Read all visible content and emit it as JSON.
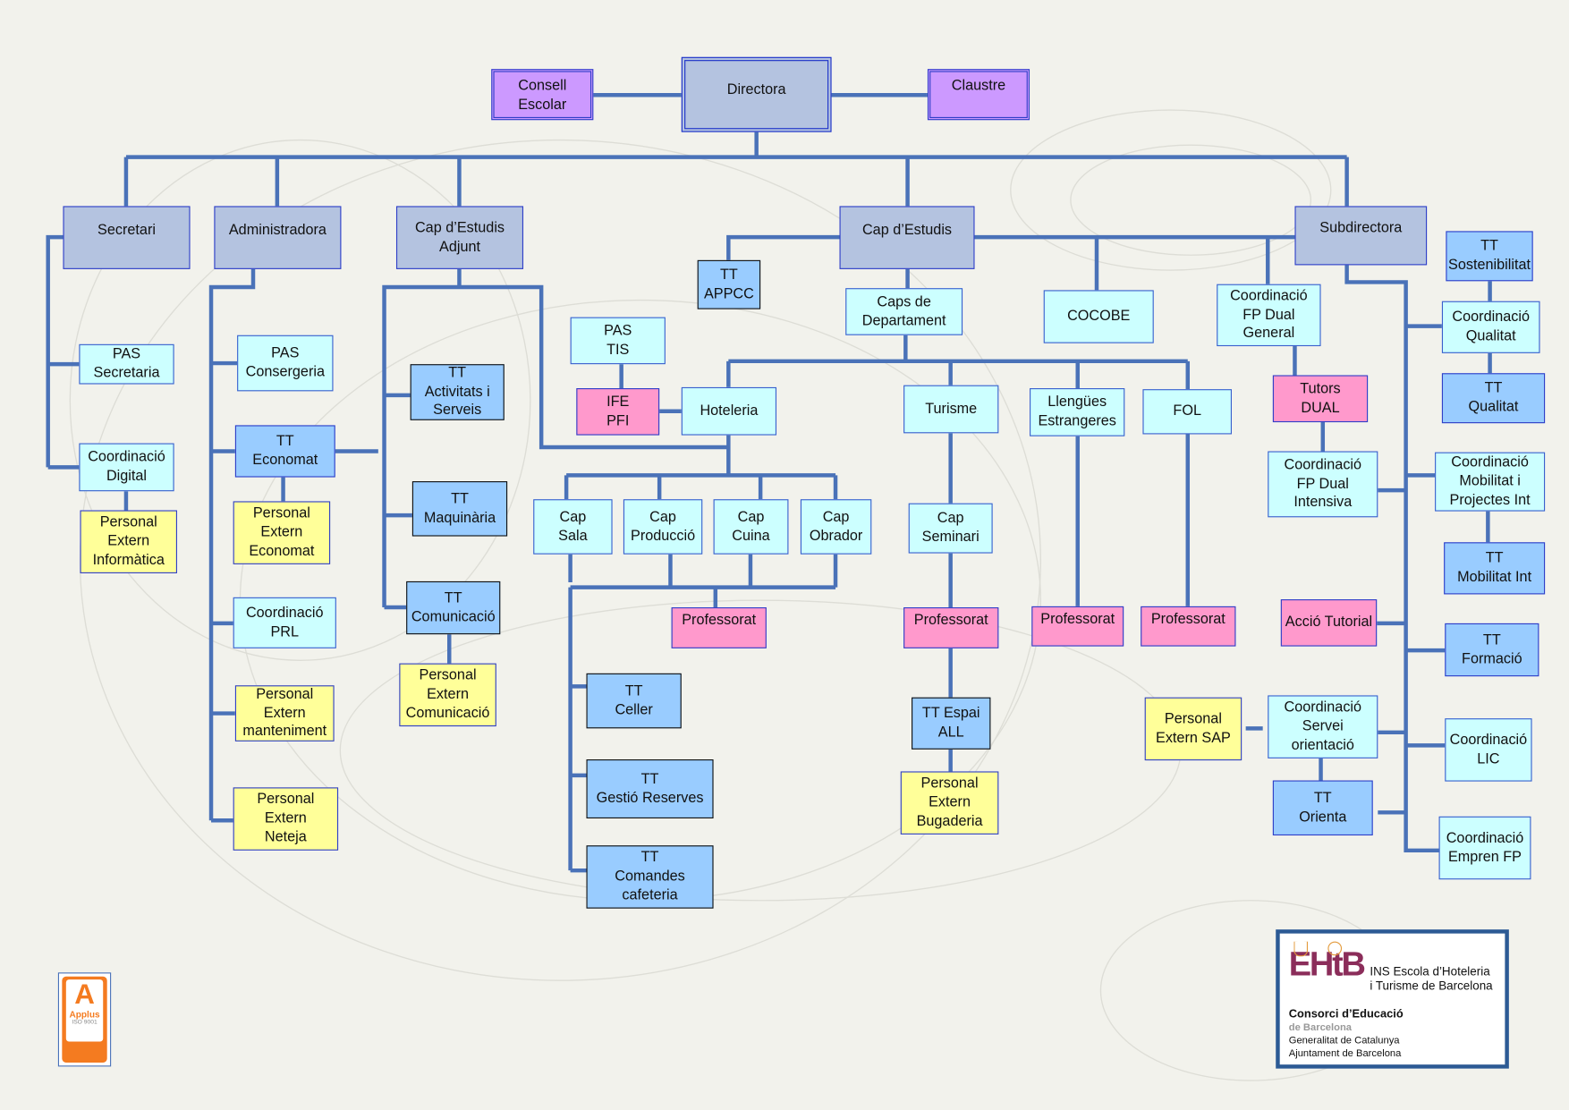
{
  "boxes": {
    "consell": "Consell\nEscolar",
    "directora": "Directora",
    "claustre": "Claustre",
    "secretari": "Secretari",
    "administradora": "Administradora",
    "capEstAdj": "Cap d’Estudis\nAdjunt",
    "capEst": "Cap d’Estudis",
    "subdirectora": "Subdirectora",
    "pasSecretaria": "PAS\nSecretaria",
    "coordDigital": "Coordinació\nDigital",
    "persExtInf": "Personal\nExtern\nInformàtica",
    "pasConsergeria": "PAS\nConsergeria",
    "ttEconomat": "TT\nEconomat",
    "persExtEconomat": "Personal\nExtern\nEconomat",
    "coordPRL": "Coordinació\nPRL",
    "persExtMant": "Personal\nExtern\nmanteniment",
    "persExtNeteja": "Personal\nExtern\nNeteja",
    "ttActivitats": "TT\nActivitats i\nServeis",
    "ttMaquinaria": "TT\nMaquinària",
    "ttComunicacio": "TT\nComunicació",
    "persExtCom": "Personal\nExtern\nComunicació",
    "ttAPPCC": "TT\nAPPCC",
    "pasTIS": "PAS\nTIS",
    "ifePFI": "IFE\nPFI",
    "hoteleria": "Hoteleria",
    "capsDep": "Caps de\nDepartament",
    "cocobe": "COCOBE",
    "coordFPDual": "Coordinació\nFP Dual\nGeneral",
    "tutorsDual": "Tutors\nDUAL",
    "coordFPDualInt": "Coordinació\nFP Dual\nIntensiva",
    "turisme": "Turisme",
    "llengues": "Llengües\nEstrangeres",
    "fol": "FOL",
    "capSala": "Cap\nSala",
    "capProduccio": "Cap\nProducció",
    "capCuina": "Cap\nCuina",
    "capObrador": "Cap\nObrador",
    "capSeminari": "Cap\nSeminari",
    "prof1": "Professorat",
    "prof2": "Professorat",
    "prof3": "Professorat",
    "prof4": "Professorat",
    "ttCeller": "TT\nCeller",
    "ttGestio": "TT\nGestió Reserves",
    "ttComandes": "TT\nComandes\ncafeteria",
    "ttEspai": "TT Espai\nALL",
    "persExtBug": "Personal\nExtern\nBugaderia",
    "ttSosten": "TT\nSostenibilitat",
    "coordQualitat": "Coordinació\nQualitat",
    "ttQualitat": "TT\nQualitat",
    "coordMobil": "Coordinació\nMobilitat i\nProjectes Int",
    "ttMobilInt": "TT\nMobilitat Int",
    "accioTutorial": "Acció Tutorial",
    "ttFormacio": "TT\nFormació",
    "persExtSAP": "Personal\nExtern SAP",
    "coordServei": "Coordinació\nServei\norientació",
    "coordLIC": "Coordinació\nLIC",
    "ttOrienta": "TT\nOrienta",
    "coordEmpren": "Coordinació\nEmpren FP"
  },
  "logo": {
    "mark": "EHtB",
    "name1": "INS Escola d’Hoteleria",
    "name2": "i Turisme de Barcelona",
    "org1": "Consorci d’Educació",
    "org2": "de Barcelona",
    "org3": "Generalitat de Catalunya",
    "org4": "Ajuntament de Barcelona"
  },
  "applus": {
    "mark": "A",
    "brand": "Applus",
    "cert": "ISO 9001"
  },
  "colors": {
    "line": "#4a72b8",
    "gray": "#b4c3e0",
    "cyan": "#ccffff",
    "blue": "#99ccff",
    "yellow": "#ffff99",
    "pink": "#ff99cc",
    "purple": "#cc99ff"
  }
}
